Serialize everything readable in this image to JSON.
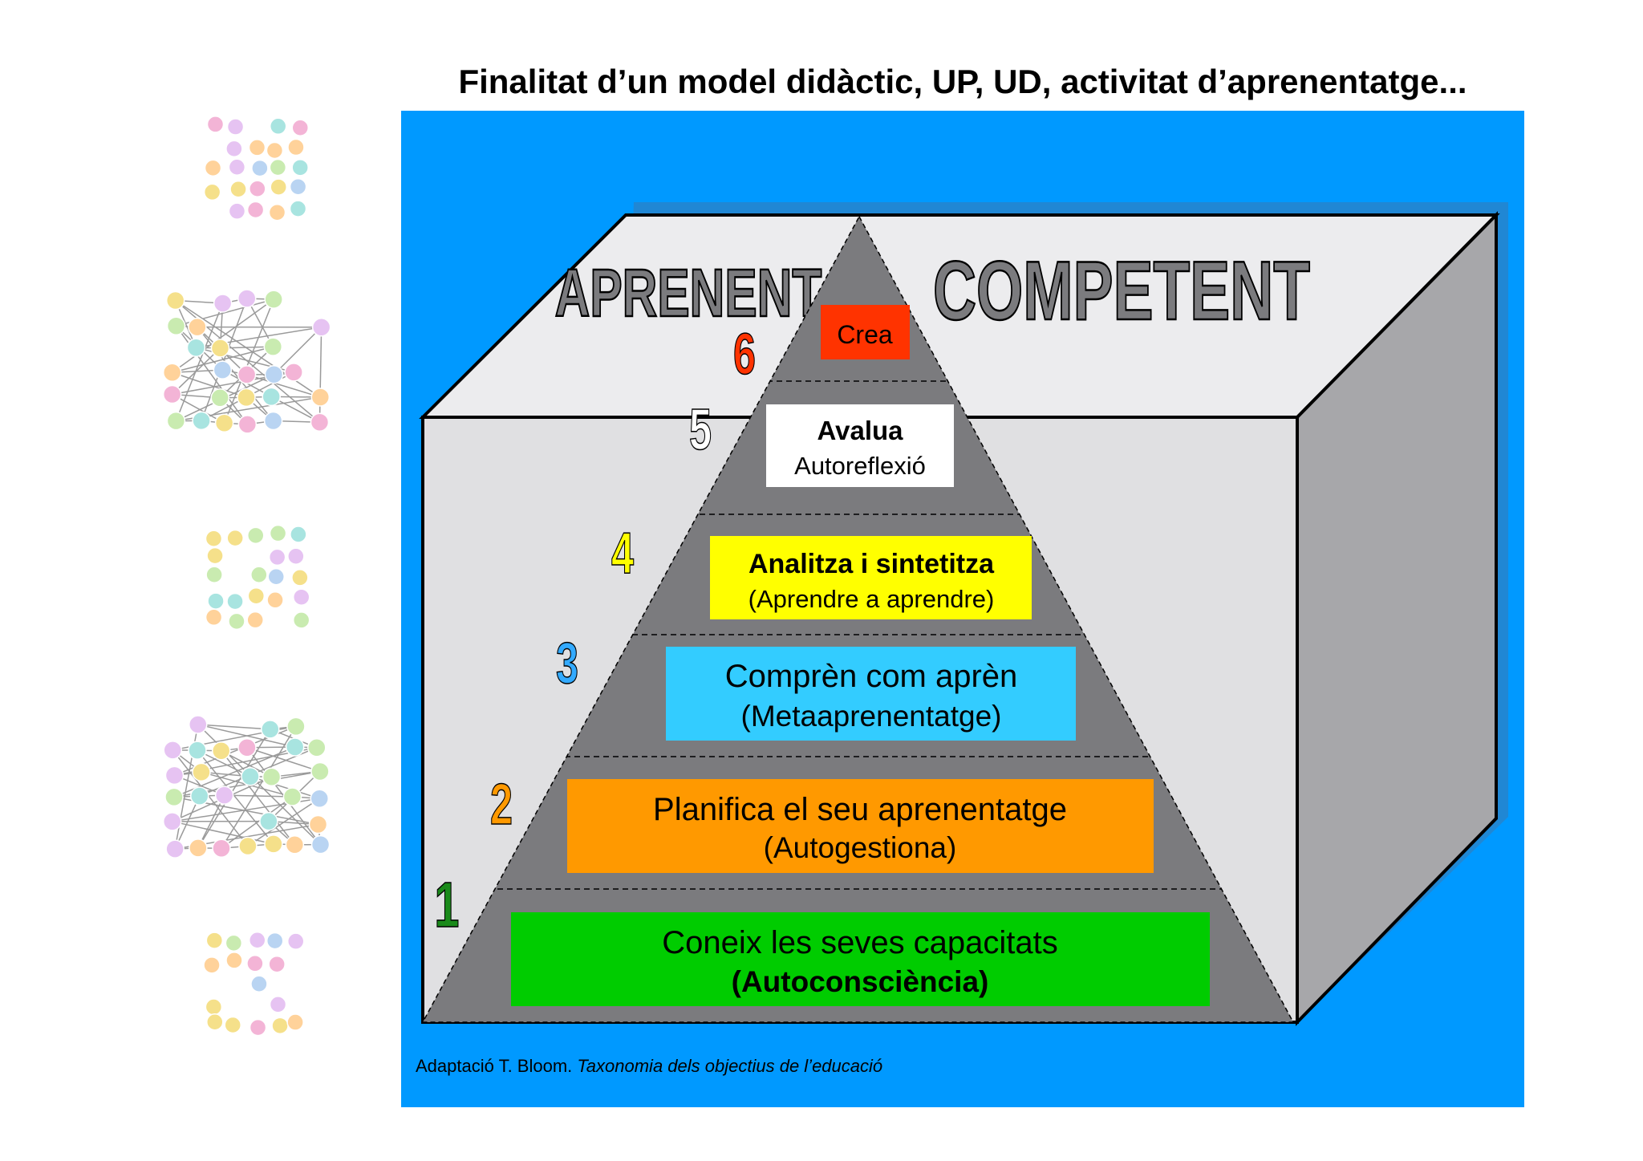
{
  "title": "Finalitat d’un model didàctic, UP, UD, activitat d’aprenentatge...",
  "box": {
    "left_label": "APRENENT",
    "right_label": "COMPETENT"
  },
  "levels": [
    {
      "number": "1",
      "line1": "Coneix les seves capacitats",
      "line2": "(Autoconsciència)",
      "color": "#00cc00",
      "number_color": "#1a8a1a"
    },
    {
      "number": "2",
      "line1": "Planifica el seu aprenentatge",
      "line2": "(Autogestiona)",
      "color": "#ff9900",
      "number_color": "#ff9900"
    },
    {
      "number": "3",
      "line1": "Comprèn com aprèn",
      "line2": "(Metaaprenentatge)",
      "color": "#33ccff",
      "number_color": "#33aaff"
    },
    {
      "number": "4",
      "line1": "Analitza i sintetitza",
      "line2": "(Aprendre a aprendre)",
      "color": "#ffff00",
      "number_color": "#ffff00"
    },
    {
      "number": "5",
      "line1": "Avalua",
      "line2": "Autoreflexió",
      "color": "#ffffff",
      "number_color": "#ffffff"
    },
    {
      "number": "6",
      "line1": "Crea",
      "line2": "",
      "color": "#ff3300",
      "number_color": "#ff3300"
    }
  ],
  "footer": {
    "prefix": "Adaptació T. Bloom. ",
    "italic": "Taxonomia dels objectius de l’educació"
  },
  "colors": {
    "panel": "#0099ff",
    "box_front": "#e0e0e2",
    "box_top": "#ececee",
    "box_side": "#a7a7aa",
    "pyramid": "#7b7b7e"
  },
  "sidebar_icons": [
    "people-cluster-icon",
    "people-network-icon",
    "people-cluster-icon",
    "people-network-icon",
    "people-cluster-icon"
  ]
}
